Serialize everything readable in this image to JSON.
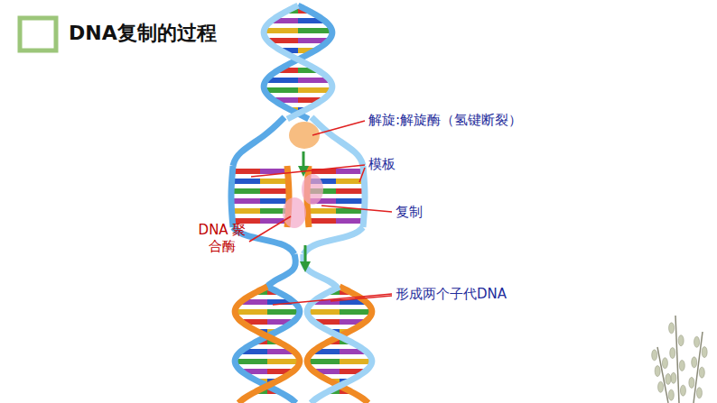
{
  "diagram": {
    "title": "DNA复制的过程",
    "labels": [
      "解旋:解旋酶（氢键断裂）",
      "模板",
      "复制",
      "DNA 聚合酶",
      "形成两个子代DNA"
    ]
  }
}
